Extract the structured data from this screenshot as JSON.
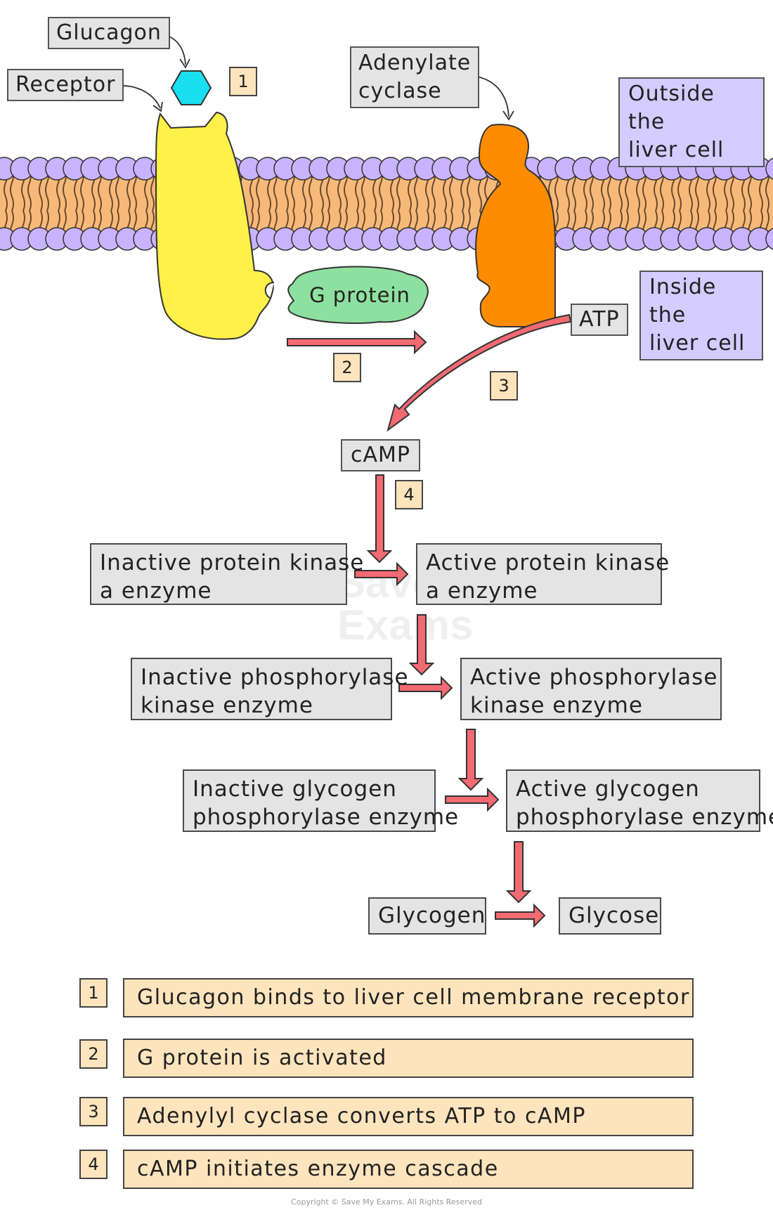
{
  "labels": {
    "glucagon": "Glucagon",
    "receptor": "Receptor",
    "adenylate_cyclase_line1": "Adenylate",
    "adenylate_cyclase_line2": "cyclase",
    "g_protein": "G protein",
    "atp": "ATP",
    "camp": "cAMP",
    "outside_line1": "Outside the",
    "outside_line2": "liver cell",
    "inside_line1": "Inside the",
    "inside_line2": "liver cell"
  },
  "cascade": {
    "pka_inactive_line1": "Inactive protein kinase",
    "pka_inactive_line2": "a enzyme",
    "pka_active_line1": "Active protein kinase",
    "pka_active_line2": "a enzyme",
    "phk_inactive_line1": "Inactive phosphorylase",
    "phk_inactive_line2": "kinase enzyme",
    "phk_active_line1": "Active phosphorylase",
    "phk_active_line2": "kinase enzyme",
    "gp_inactive_line1": "Inactive glycogen",
    "gp_inactive_line2": "phosphorylase enzyme",
    "gp_active_line1": "Active glycogen",
    "gp_active_line2": "phosphorylase enzyme",
    "glycogen": "Glycogen",
    "glucose": "Glycose"
  },
  "markers": [
    "1",
    "2",
    "3",
    "4"
  ],
  "steps": [
    {
      "num": "1",
      "text": "Glucagon binds to liver cell membrane receptor"
    },
    {
      "num": "2",
      "text": "G protein is activated"
    },
    {
      "num": "3",
      "text": "Adenylyl  cyclase converts ATP to cAMP"
    },
    {
      "num": "4",
      "text": "cAMP initiates enzyme cascade"
    }
  ],
  "watermark_line1": "Save My",
  "watermark_line2": "Exams",
  "copyright": "Copyright © Save My Exams. All Rights Reserved",
  "colors": {
    "phospholipid_head": "#c9b3ff",
    "membrane_core": "#f7b97a",
    "receptor": "#fff04a",
    "glucagon": "#19e0f0",
    "g_protein": "#8ee0a0",
    "adenylate_cyclase": "#ff8c00",
    "arrow": "#f26a72",
    "region_box": "#d4ccff",
    "step_box": "#fde4bd",
    "label_box": "#e4e4e4"
  }
}
